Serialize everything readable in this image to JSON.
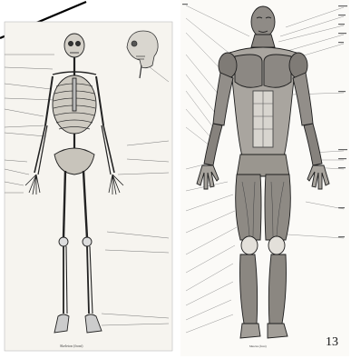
{
  "page": {
    "number": "13"
  },
  "skeleton_plate": {
    "caption": "Skeleton (front)"
  },
  "muscle_plate": {
    "caption": "Muscles (front)"
  }
}
